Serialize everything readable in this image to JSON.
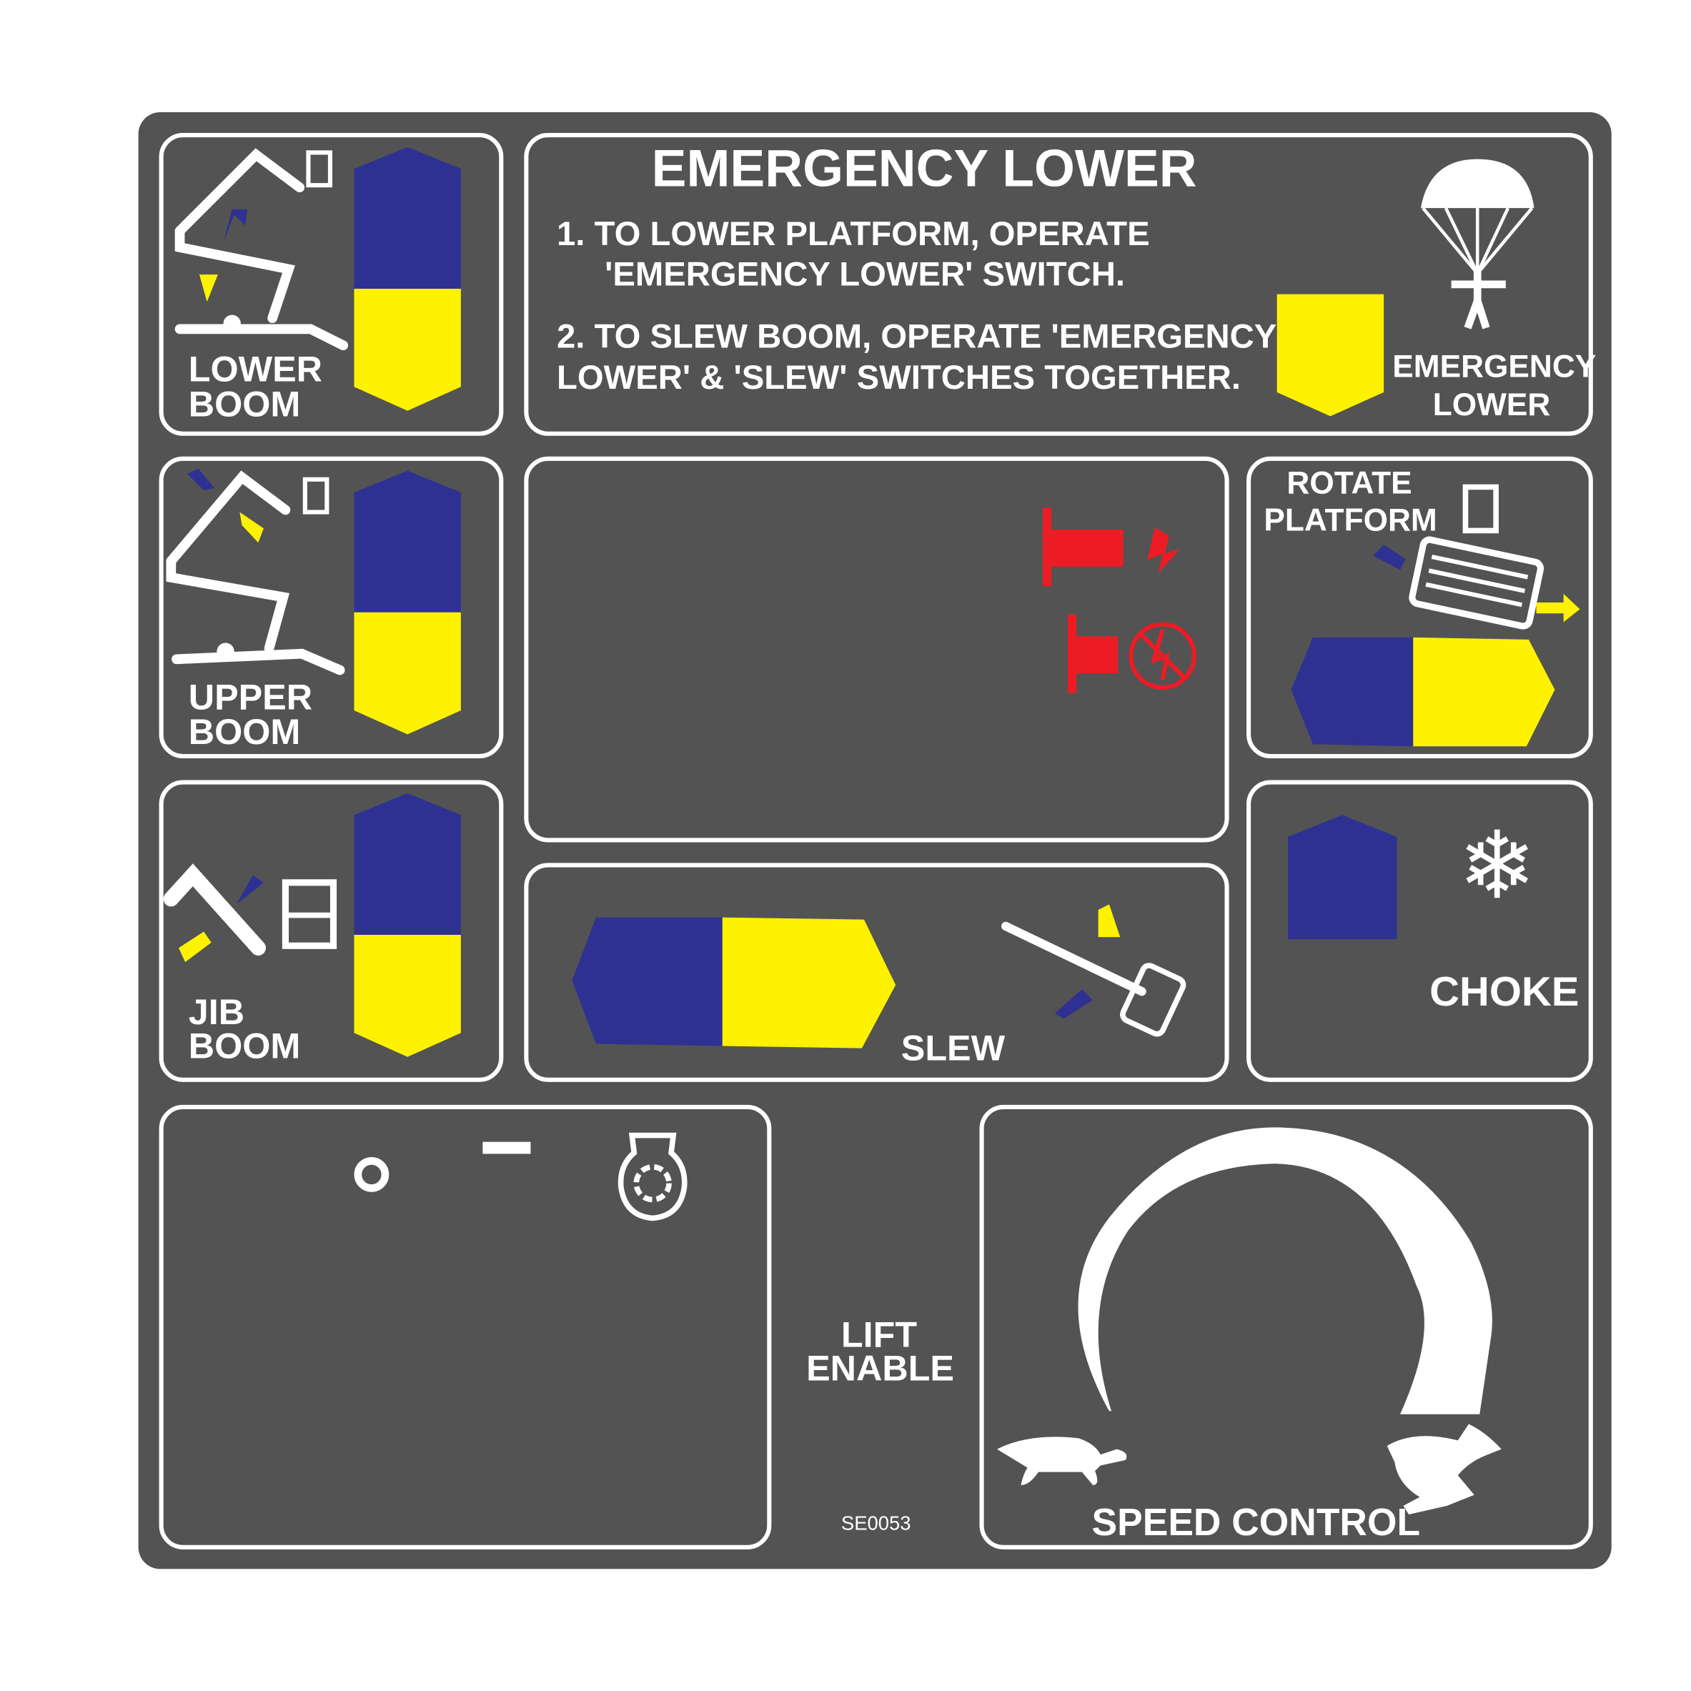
{
  "lower_boom": {
    "line1": "LOWER",
    "line2": "BOOM"
  },
  "upper_boom": {
    "line1": "UPPER",
    "line2": "BOOM"
  },
  "jib_boom": {
    "line1": "JIB",
    "line2": "BOOM"
  },
  "emergency": {
    "title": "EMERGENCY LOWER",
    "step1_line1": "1. TO LOWER PLATFORM, OPERATE",
    "step1_line2": "'EMERGENCY LOWER' SWITCH.",
    "step2_line1": "2. TO SLEW BOOM, OPERATE 'EMERGENCY",
    "step2_line2": "LOWER' & 'SLEW' SWITCHES TOGETHER.",
    "label_line1": "EMERGENCY",
    "label_line2": "LOWER"
  },
  "rotate": {
    "line1": "ROTATE",
    "line2": "PLATFORM"
  },
  "slew": {
    "label": "SLEW"
  },
  "choke": {
    "label": "CHOKE"
  },
  "lift_enable": {
    "line1": "LIFT",
    "line2": "ENABLE"
  },
  "speed": {
    "label": "SPEED CONTROL"
  },
  "part_number": "SE0053",
  "colors": {
    "panel": "#535353",
    "blue": "#2e3192",
    "yellow": "#fff200",
    "red": "#ed1c24"
  }
}
